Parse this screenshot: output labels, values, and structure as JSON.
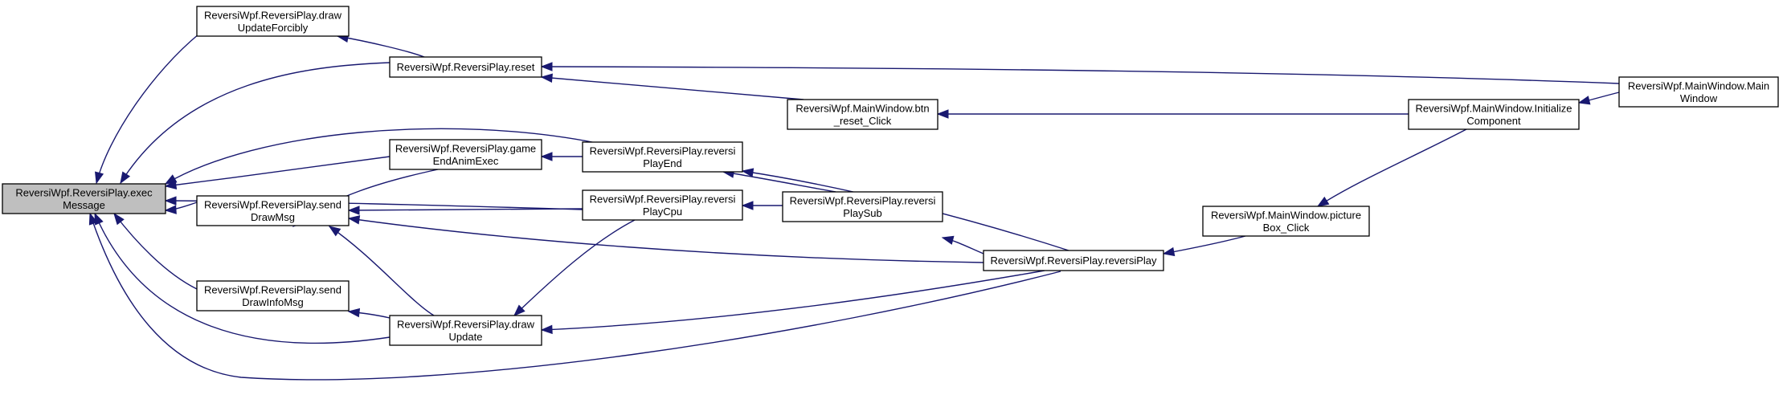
{
  "diagram": {
    "colors": {
      "edge": "#191970",
      "node_fill": "#ffffff",
      "focus_fill": "#bfbfbf",
      "border": "#000000"
    },
    "nodes": [
      {
        "id": "execMessage",
        "lines": [
          "ReversiWpf.ReversiPlay.exec",
          "Message"
        ],
        "focus": true
      },
      {
        "id": "drawUpdateForcibly",
        "lines": [
          "ReversiWpf.ReversiPlay.draw",
          "UpdateForcibly"
        ]
      },
      {
        "id": "reset",
        "lines": [
          "ReversiWpf.ReversiPlay.reset"
        ]
      },
      {
        "id": "gameEndAnimExec",
        "lines": [
          "ReversiWpf.ReversiPlay.game",
          "EndAnimExec"
        ]
      },
      {
        "id": "sendDrawMsg",
        "lines": [
          "ReversiWpf.ReversiPlay.send",
          "DrawMsg"
        ]
      },
      {
        "id": "sendDrawInfoMsg",
        "lines": [
          "ReversiWpf.ReversiPlay.send",
          "DrawInfoMsg"
        ]
      },
      {
        "id": "drawUpdate",
        "lines": [
          "ReversiWpf.ReversiPlay.draw",
          "Update"
        ]
      },
      {
        "id": "reversiPlayEnd",
        "lines": [
          "ReversiWpf.ReversiPlay.reversi",
          "PlayEnd"
        ]
      },
      {
        "id": "reversiPlayCpu",
        "lines": [
          "ReversiWpf.ReversiPlay.reversi",
          "PlayCpu"
        ]
      },
      {
        "id": "btnResetClick",
        "lines": [
          "ReversiWpf.MainWindow.btn",
          "_reset_Click"
        ]
      },
      {
        "id": "reversiPlaySub",
        "lines": [
          "ReversiWpf.ReversiPlay.reversi",
          "PlaySub"
        ]
      },
      {
        "id": "reversiPlay",
        "lines": [
          "ReversiWpf.ReversiPlay.reversiPlay"
        ]
      },
      {
        "id": "pictureBoxClick",
        "lines": [
          "ReversiWpf.MainWindow.picture",
          "Box_Click"
        ]
      },
      {
        "id": "initializeComponent",
        "lines": [
          "ReversiWpf.MainWindow.Initialize",
          "Component"
        ]
      },
      {
        "id": "mainWindow",
        "lines": [
          "ReversiWpf.MainWindow.Main",
          "Window"
        ]
      }
    ],
    "edges": [
      {
        "from": "drawUpdateForcibly",
        "to": "execMessage"
      },
      {
        "from": "reset",
        "to": "execMessage"
      },
      {
        "from": "reversiPlayEnd",
        "to": "execMessage"
      },
      {
        "from": "gameEndAnimExec",
        "to": "execMessage"
      },
      {
        "from": "reversiPlayCpu",
        "to": "execMessage"
      },
      {
        "from": "sendDrawMsg",
        "to": "execMessage"
      },
      {
        "from": "sendDrawInfoMsg",
        "to": "execMessage"
      },
      {
        "from": "drawUpdate",
        "to": "execMessage"
      },
      {
        "from": "reversiPlay",
        "to": "execMessage"
      },
      {
        "from": "reset",
        "to": "drawUpdateForcibly"
      },
      {
        "from": "btnResetClick",
        "to": "reset"
      },
      {
        "from": "mainWindow",
        "to": "reset"
      },
      {
        "from": "reversiPlayEnd",
        "to": "gameEndAnimExec"
      },
      {
        "from": "gameEndAnimExec",
        "to": "sendDrawMsg"
      },
      {
        "from": "reversiPlayCpu",
        "to": "sendDrawMsg"
      },
      {
        "from": "reversiPlay",
        "to": "sendDrawMsg"
      },
      {
        "from": "drawUpdate",
        "to": "sendDrawMsg"
      },
      {
        "from": "drawUpdate",
        "to": "sendDrawInfoMsg"
      },
      {
        "from": "reversiPlay",
        "to": "drawUpdate"
      },
      {
        "from": "reversiPlayCpu",
        "to": "drawUpdate"
      },
      {
        "from": "reversiPlaySub",
        "to": "reversiPlayEnd"
      },
      {
        "from": "reversiPlay",
        "to": "reversiPlayEnd"
      },
      {
        "from": "reversiPlaySub",
        "to": "reversiPlayCpu"
      },
      {
        "from": "reversiPlay",
        "to": "reversiPlaySub"
      },
      {
        "from": "pictureBoxClick",
        "to": "reversiPlay"
      },
      {
        "from": "initializeComponent",
        "to": "btnResetClick"
      },
      {
        "from": "initializeComponent",
        "to": "pictureBoxClick"
      },
      {
        "from": "mainWindow",
        "to": "initializeComponent"
      }
    ]
  }
}
